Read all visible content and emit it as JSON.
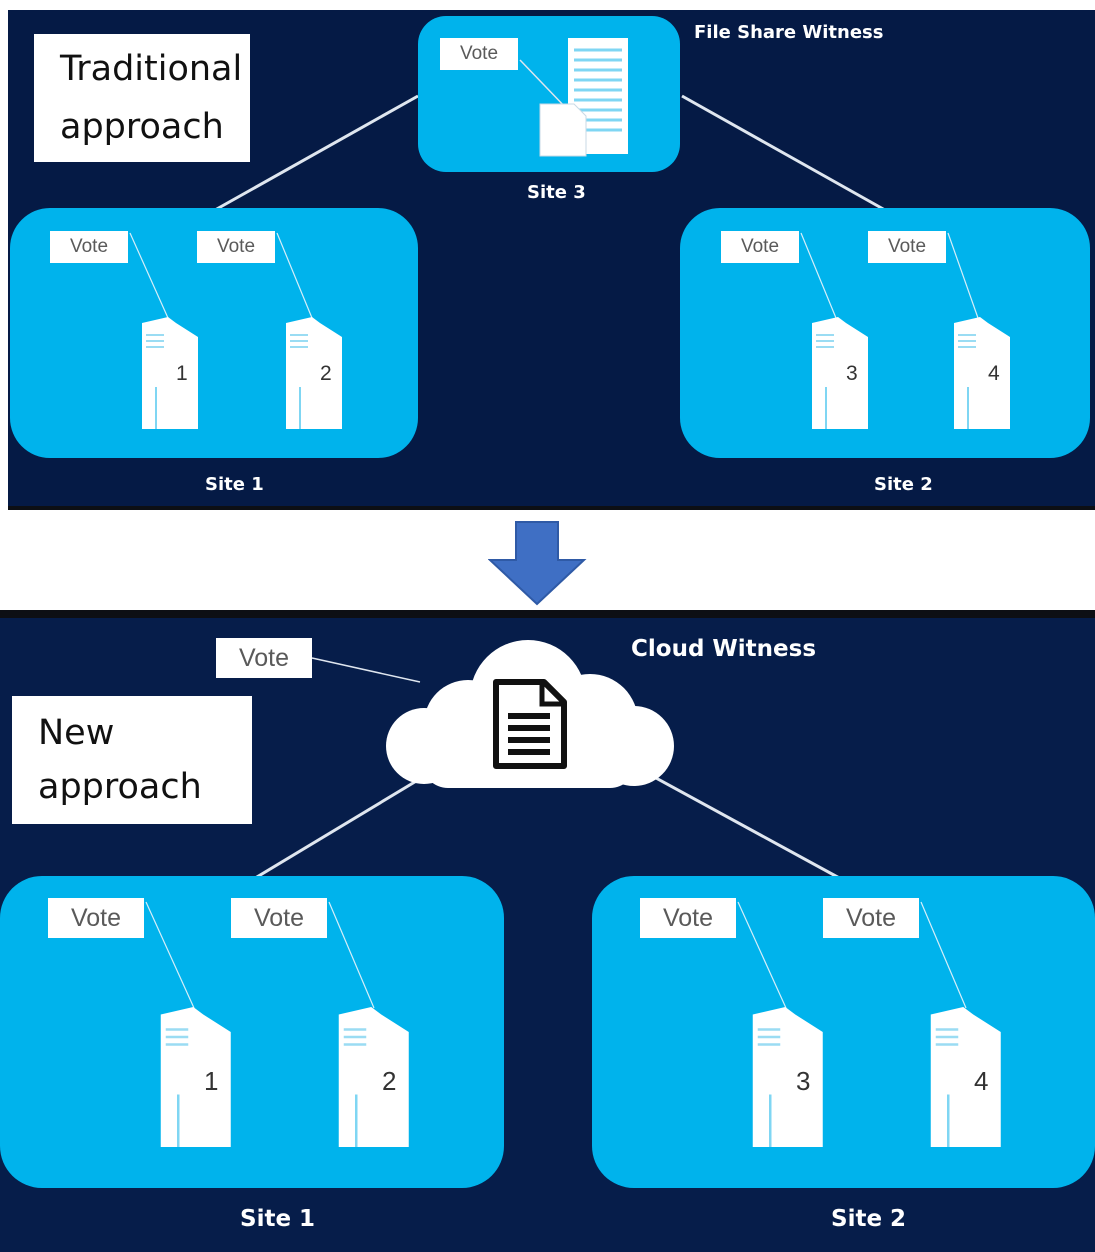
{
  "traditional": {
    "approach_label": "Traditional approach",
    "witness_title": "File Share Witness",
    "witness_site": "Site 3",
    "site1": "Site 1",
    "site2": "Site 2",
    "vote": "Vote",
    "nodes": [
      "1",
      "2",
      "3",
      "4"
    ]
  },
  "new": {
    "approach_label": "New approach",
    "witness_title": "Cloud Witness",
    "site1": "Site 1",
    "site2": "Site 2",
    "vote": "Vote",
    "nodes": [
      "1",
      "2",
      "3",
      "4"
    ]
  },
  "colors": {
    "panel": "#061d4a",
    "site": "#00b3ec",
    "arrow": "#3f6fc4"
  }
}
